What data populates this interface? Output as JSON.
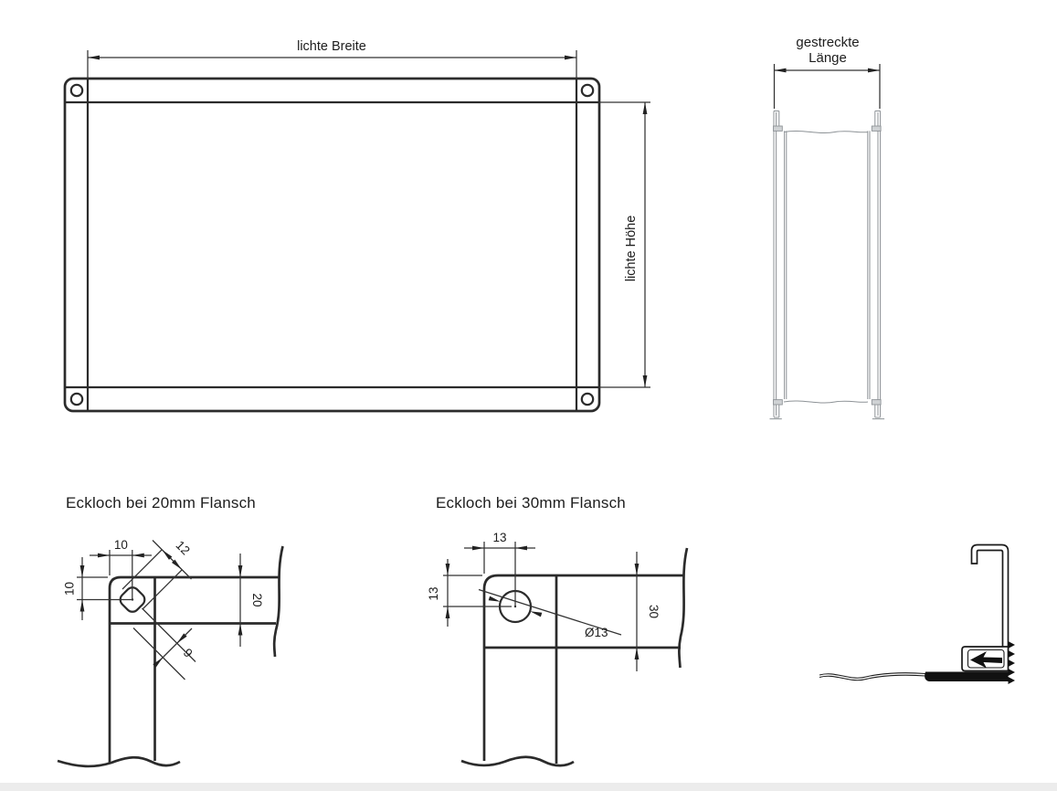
{
  "main_view": {
    "width_label": "lichte Breite",
    "height_label": "lichte Höhe"
  },
  "section_view": {
    "length_label_line1": "gestreckte",
    "length_label_line2": "Länge"
  },
  "detail_20": {
    "title": "Eckloch bei 20mm Flansch",
    "dim_horizontal": "10",
    "dim_vertical": "10",
    "hole_diagonal": "12",
    "corner_gap": "9",
    "flange_width": "20"
  },
  "detail_30": {
    "title": "Eckloch bei 30mm Flansch",
    "dim_horizontal": "13",
    "dim_vertical": "13",
    "hole_diameter": "Ø13",
    "flange_width": "30"
  },
  "colors": {
    "line": "#2b2b2b",
    "dimension_line": "#333333",
    "section_line": "#8d9296",
    "footer_bar": "#ececec"
  }
}
